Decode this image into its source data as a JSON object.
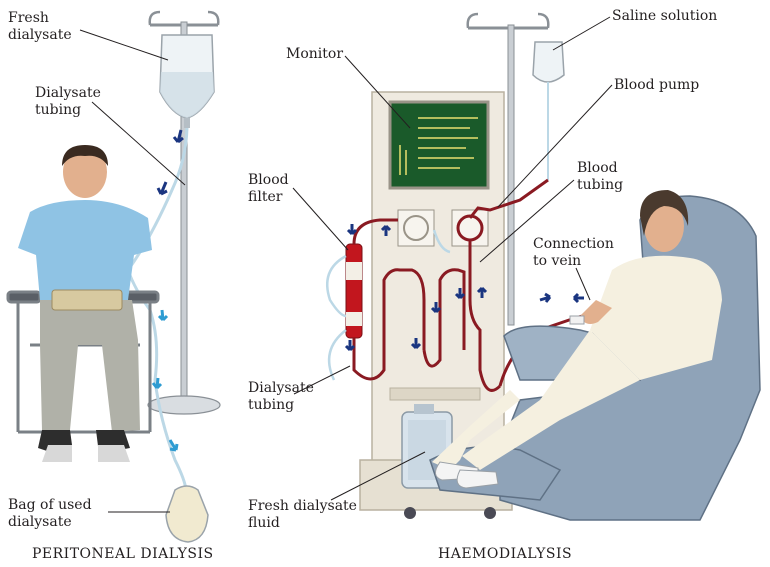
{
  "colors": {
    "blood": "#8a1a22",
    "dialysate": "#bcd8e6",
    "arrow_dark": "#1a3580",
    "arrow_light": "#2e9cd2",
    "machine": "#efeae0",
    "chair": "#8fa3b8",
    "monitor": "#1a5a2a"
  },
  "labels": {
    "fresh_dialysate": "Fresh\ndialysate",
    "dialysate_tubing_left": "Dialysate\ntubing",
    "bag_used": "Bag of used\ndialysate",
    "monitor": "Monitor",
    "blood_filter": "Blood\nfilter",
    "dialysate_tubing_right": "Dialysate\ntubing",
    "fresh_dialysate_fluid": "Fresh dialysate\nfluid",
    "saline": "Saline solution",
    "blood_pump": "Blood pump",
    "blood_tubing": "Blood\ntubing",
    "connection": "Connection\nto vein"
  },
  "captions": {
    "left": "PERITONEAL DIALYSIS",
    "right": "HAEMODIALYSIS"
  }
}
